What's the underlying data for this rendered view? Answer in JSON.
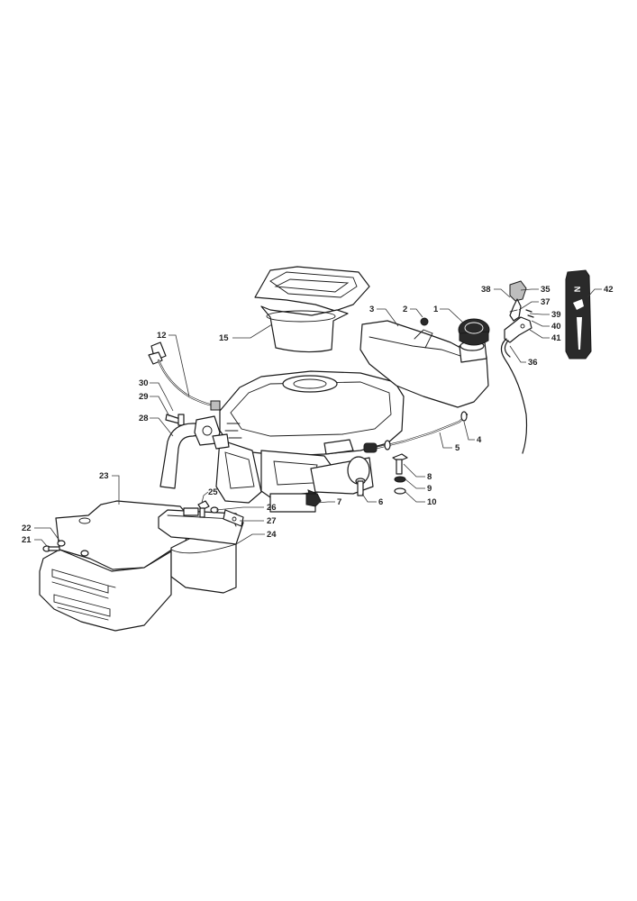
{
  "labels": {
    "l1": "1",
    "l2": "2",
    "l3": "3",
    "l4": "4",
    "l5": "5",
    "l6": "6",
    "l7": "7",
    "l8": "8",
    "l9": "9",
    "l10": "10",
    "l12": "12",
    "l15": "15",
    "l21": "21",
    "l22": "22",
    "l23": "23",
    "l24": "24",
    "l25": "25",
    "l26": "26",
    "l27": "27",
    "l28": "28",
    "l29": "29",
    "l30": "30",
    "l35": "35",
    "l36": "36",
    "l37": "37",
    "l38": "38",
    "l39": "39",
    "l40": "40",
    "l41": "41",
    "l42": "42"
  },
  "decal": {
    "letter": "N"
  }
}
